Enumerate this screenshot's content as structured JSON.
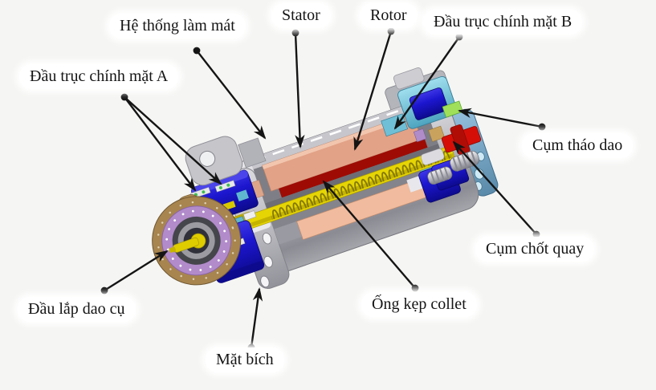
{
  "figure": {
    "type": "annotated-3d-cutaway-diagram",
    "subject": "CNC motor spindle cross-section"
  },
  "labels": {
    "cooling": {
      "text": "Hệ thống làm mát"
    },
    "stator": {
      "text": "Stator"
    },
    "rotor": {
      "text": "Rotor"
    },
    "spindle_face_b": {
      "text": "Đầu trục chính mặt B"
    },
    "spindle_face_a": {
      "text": "Đầu trục chính mặt A"
    },
    "tool_release": {
      "text": "Cụm tháo dao"
    },
    "rotary_pin": {
      "text": "Cụm chốt quay"
    },
    "tool_mount": {
      "text": "Đầu lắp dao cụ"
    },
    "collet_sleeve": {
      "text": "Ống kẹp collet"
    },
    "flange": {
      "text": "Mặt bích"
    }
  },
  "colors": {
    "background": "#f5f5f3",
    "annotation_black": "#141414",
    "label_background": "#ffffff",
    "housing_gray": "#b9b9bf",
    "stator_copper": "#e2a287",
    "lower_stator_copper": "#f0bb9e",
    "rotor_dark_red": "#9e0b04",
    "drawbar_yellow": "#e6d504",
    "bearing_dark_blue": "#1c16cf",
    "rear_cyan": "#6fc0d6",
    "front_ring_tan": "#a8854e",
    "bearing_ring_purple": "#b18bca",
    "piston_red": "#d50f08",
    "rear_flange_steel_blue": "#7aa8c8",
    "green_accent": "#9fdf5a"
  }
}
